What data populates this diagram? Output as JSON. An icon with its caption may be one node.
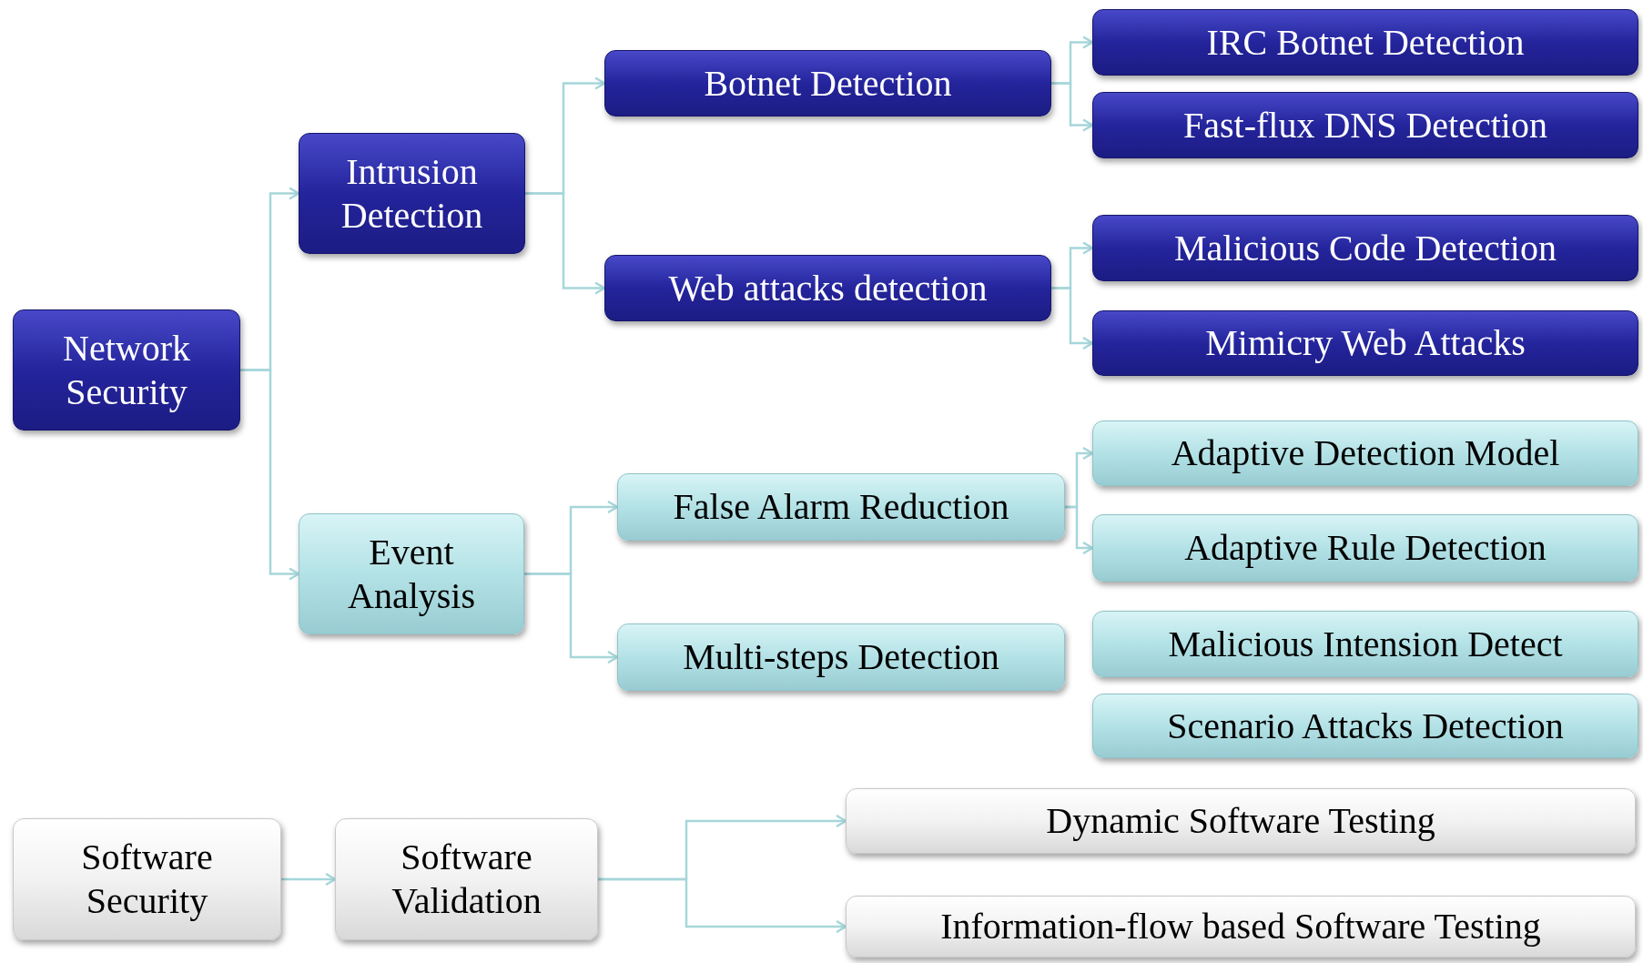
{
  "diagram": {
    "nodes": [
      {
        "text": [
          "Network Security"
        ]
      },
      {
        "text": [
          "Intrusion Detection"
        ]
      },
      {
        "text": [
          "Event Analysis"
        ]
      },
      {
        "text": [
          "Botnet Detection"
        ]
      },
      {
        "text": [
          "Web attacks detection"
        ]
      },
      {
        "text": [
          "False Alarm Reduction"
        ]
      },
      {
        "text": [
          "Multi-steps Detection"
        ]
      },
      {
        "text": [
          "IRC Botnet Detection"
        ]
      },
      {
        "text": [
          "Fast-flux DNS Detection"
        ]
      },
      {
        "text": [
          "Malicious Code Detection"
        ]
      },
      {
        "text": [
          "Mimicry Web Attacks"
        ]
      },
      {
        "text": [
          "Adaptive Detection Model"
        ]
      },
      {
        "text": [
          "Adaptive Rule Detection"
        ]
      },
      {
        "text": [
          "Malicious Intension Detect"
        ]
      },
      {
        "text": [
          "Scenario Attacks Detection"
        ]
      },
      {
        "text": [
          "Software Security"
        ]
      },
      {
        "text": [
          "Software Validation"
        ]
      },
      {
        "text": [
          "Dynamic Software Testing"
        ]
      },
      {
        "text": [
          "Information-flow based Software Testing"
        ]
      }
    ],
    "edges": [
      {
        "from": 0,
        "to": 1,
        "arrow": "to"
      },
      {
        "from": 0,
        "to": 2,
        "arrow": "to"
      },
      {
        "from": 1,
        "to": 3,
        "arrow": "to"
      },
      {
        "from": 1,
        "to": 4,
        "arrow": "to"
      },
      {
        "from": 2,
        "to": 5,
        "arrow": "to"
      },
      {
        "from": 2,
        "to": 6,
        "arrow": "to"
      },
      {
        "from": 3,
        "to": 7,
        "arrow": "to"
      },
      {
        "from": 3,
        "to": 8,
        "arrow": "to"
      },
      {
        "from": 4,
        "to": 9,
        "arrow": "to"
      },
      {
        "from": 4,
        "to": 10,
        "arrow": "to"
      },
      {
        "from": 5,
        "to": 11,
        "arrow": "to"
      },
      {
        "from": 5,
        "to": 12,
        "arrow": "to"
      },
      {
        "from": 15,
        "to": 16,
        "arrow": "to"
      },
      {
        "from": 16,
        "to": 17,
        "arrow": "to"
      },
      {
        "from": 16,
        "to": 18,
        "arrow": "to"
      }
    ]
  }
}
